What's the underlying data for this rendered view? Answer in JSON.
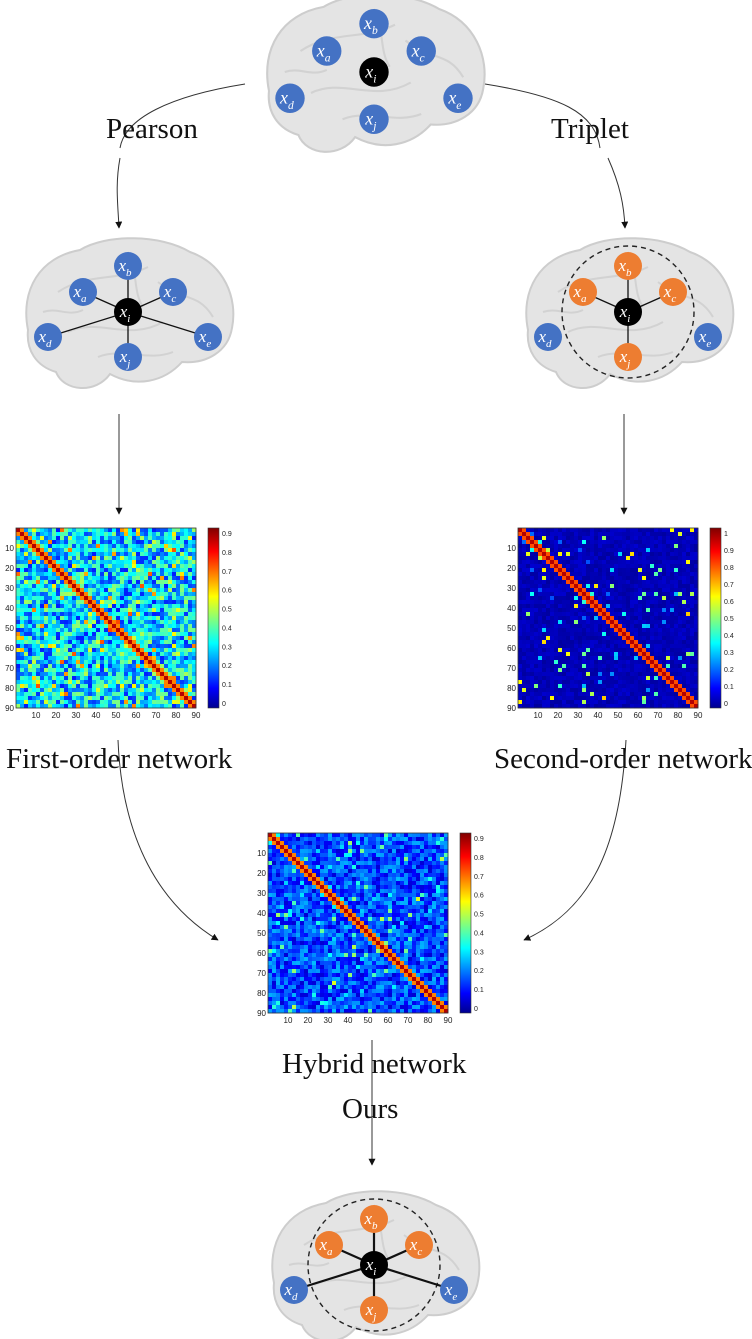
{
  "labels": {
    "pearson": "Pearson",
    "triplet": "Triplet",
    "first_order": "First-order network",
    "second_order": "Second-order network",
    "hybrid": "Hybrid network",
    "ours": "Ours"
  },
  "nodes": {
    "center": "x",
    "center_sub": "i",
    "a": "a",
    "b": "b",
    "c": "c",
    "d": "d",
    "e": "e",
    "j": "j"
  },
  "colors": {
    "node_blue": "#4472c4",
    "node_orange": "#ed7d31",
    "node_center": "#000000",
    "brain_fill": "#e4e4e4",
    "brain_stroke": "#cdcdcd"
  },
  "matrix_axes": {
    "ticks": [
      "10",
      "20",
      "30",
      "40",
      "50",
      "60",
      "70",
      "80",
      "90"
    ]
  },
  "colorbars": {
    "first": [
      "0.9",
      "0.8",
      "0.7",
      "0.6",
      "0.5",
      "0.4",
      "0.3",
      "0.2",
      "0.1",
      "0"
    ],
    "second": [
      "1",
      "0.9",
      "0.8",
      "0.7",
      "0.6",
      "0.5",
      "0.4",
      "0.3",
      "0.2",
      "0.1",
      "0"
    ],
    "hybrid": [
      "0.9",
      "0.8",
      "0.7",
      "0.6",
      "0.5",
      "0.4",
      "0.3",
      "0.2",
      "0.1",
      "0"
    ]
  }
}
